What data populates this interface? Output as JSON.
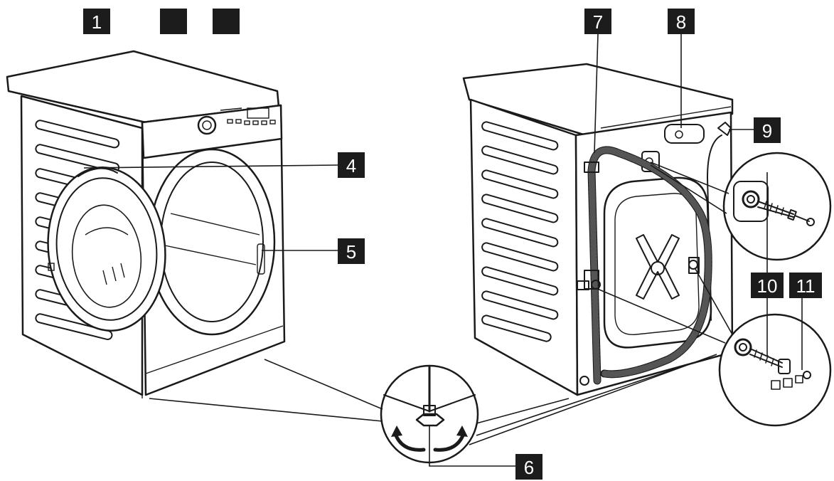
{
  "callouts": [
    {
      "id": "1",
      "label": "1"
    },
    {
      "id": "2",
      "label": ""
    },
    {
      "id": "3",
      "label": ""
    },
    {
      "id": "4",
      "label": "4"
    },
    {
      "id": "5",
      "label": "5"
    },
    {
      "id": "6",
      "label": "6"
    },
    {
      "id": "7",
      "label": "7"
    },
    {
      "id": "8",
      "label": "8"
    },
    {
      "id": "9",
      "label": "9"
    },
    {
      "id": "10",
      "label": "10"
    },
    {
      "id": "11",
      "label": "11"
    }
  ]
}
